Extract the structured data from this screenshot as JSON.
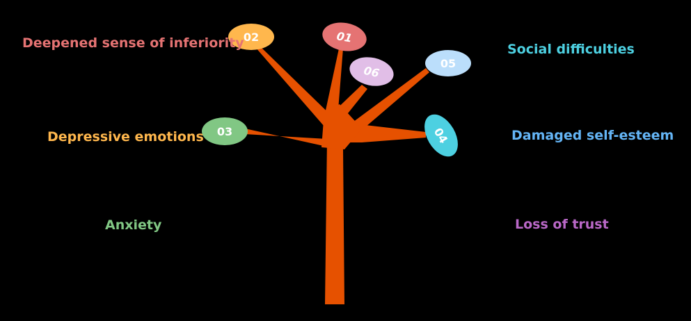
{
  "leaves": [
    {
      "id": "leaf-01",
      "number": "01",
      "color": "#e57373"
    },
    {
      "id": "leaf-02",
      "number": "02",
      "color": "#ffb74d"
    },
    {
      "id": "leaf-03",
      "number": "03",
      "color": "#81c784"
    },
    {
      "id": "leaf-04",
      "number": "04",
      "color": "#4dd0e1"
    },
    {
      "id": "leaf-05",
      "number": "05",
      "color": "#bbdefb"
    },
    {
      "id": "leaf-06",
      "number": "06",
      "color": "#e1bee7"
    }
  ],
  "labels": [
    {
      "text": "Deepened sense of inferiority",
      "color": "#e57373"
    },
    {
      "text": "Depressive emotions",
      "color": "#ffb74d"
    },
    {
      "text": "Anxiety",
      "color": "#81c784"
    },
    {
      "text": "Social difficulties",
      "color": "#4dd0e1"
    },
    {
      "text": "Damaged self-esteem",
      "color": "#64b5f6"
    },
    {
      "text": "Loss of trust",
      "color": "#ba68c8"
    }
  ],
  "tree_color": "#e65100"
}
